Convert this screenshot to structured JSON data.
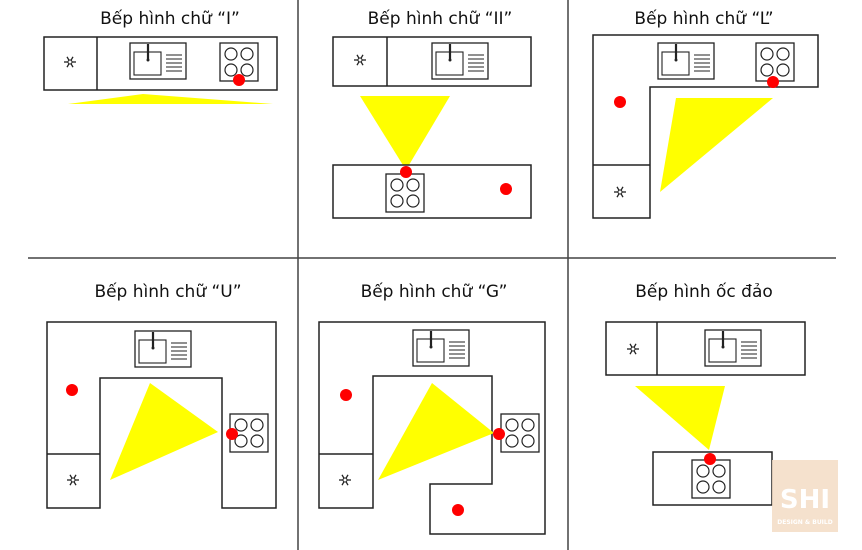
{
  "panels": [
    {
      "id": "i",
      "title": "Bếp hình chữ “I”"
    },
    {
      "id": "ii",
      "title": "Bếp hình chữ “II”"
    },
    {
      "id": "l",
      "title": "Bếp hình chữ “L”"
    },
    {
      "id": "u",
      "title": "Bếp hình chữ “U”"
    },
    {
      "id": "g",
      "title": "Bếp hình chữ “G”"
    },
    {
      "id": "island",
      "title": "Bếp hình ốc đảo"
    }
  ],
  "logo": {
    "brand": "SHI",
    "tagline": "DESIGN & BUILD"
  },
  "colors": {
    "triangle": "#ffff00",
    "dot": "#ff0000",
    "line": "#222222",
    "logo_bg": "#f3dcc4"
  },
  "icons": [
    "fridge-icon",
    "sink-icon",
    "cooktop-icon",
    "work-point-dot"
  ]
}
